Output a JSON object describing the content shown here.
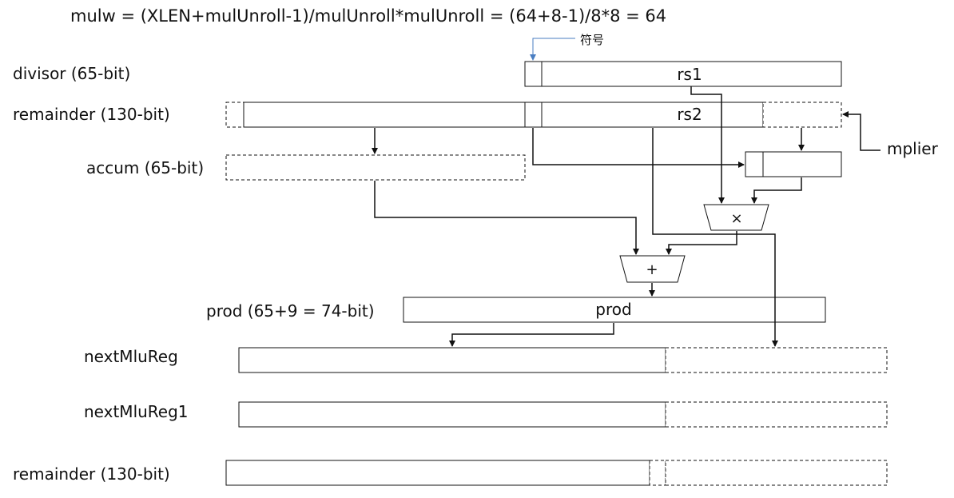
{
  "formula": "mulw = (XLEN+mulUnroll-1)/mulUnroll*mulUnroll = (64+8-1)/8*8 = 64",
  "sign_label": "符号",
  "labels": {
    "divisor": "divisor (65-bit)",
    "remainder": "remainder (130-bit)",
    "accum": "accum (65-bit)",
    "prod": "prod (65+9 = 74-bit)",
    "nextMluReg": "nextMluReg",
    "nextMluReg1": "nextMluReg1",
    "remainder_out": "remainder (130-bit)",
    "mplier": "mplier"
  },
  "fields": {
    "rs1": "rs1",
    "rs2": "rs2",
    "prod": "prod"
  },
  "ops": {
    "multiply": "×",
    "add": "+"
  },
  "colors": {
    "line": "#111111",
    "sign_pointer": "#4a7ec2"
  }
}
